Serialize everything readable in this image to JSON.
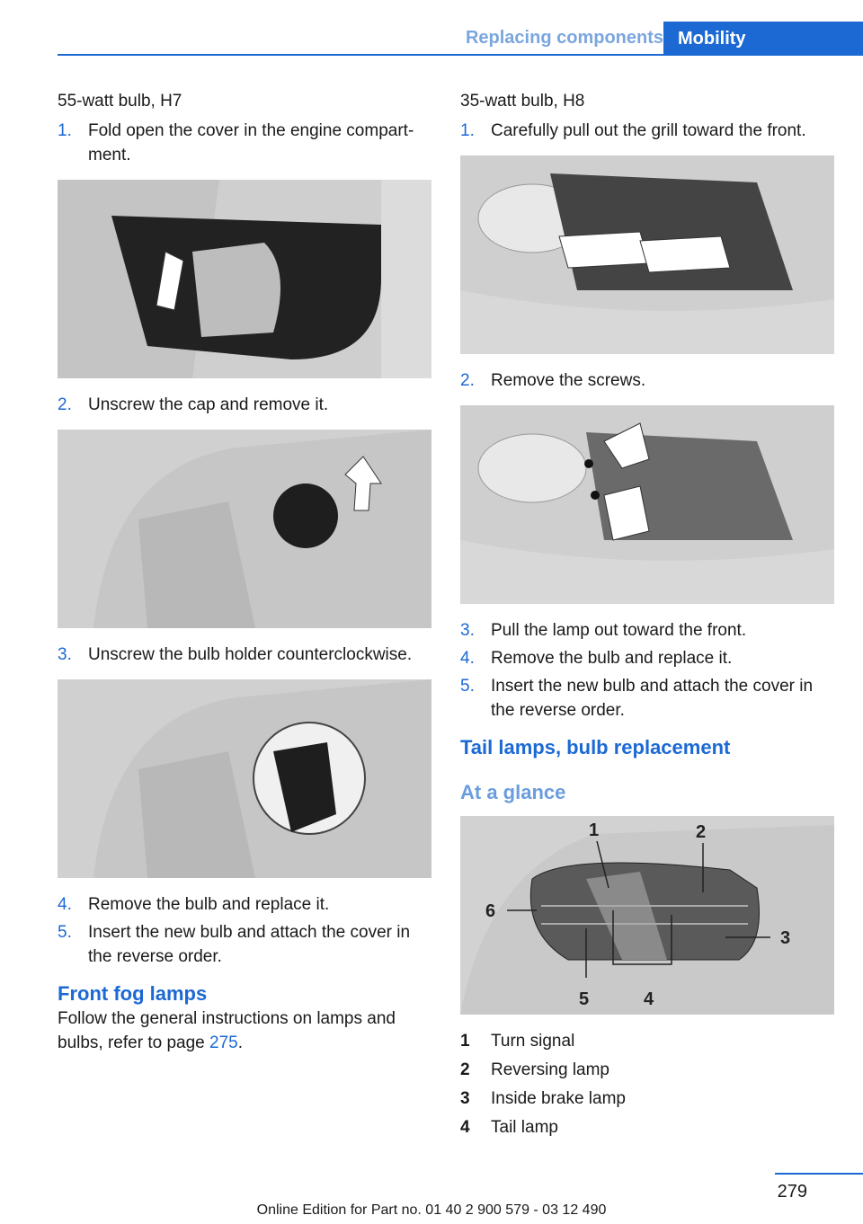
{
  "header": {
    "section": "Replacing components",
    "tab": "Mobility"
  },
  "left": {
    "subheading": "55-watt bulb, H7",
    "steps_a": [
      {
        "num": "1.",
        "text": "Fold open the cover in the engine compart‐ment."
      },
      {
        "num": "2.",
        "text": "Unscrew the cap and remove it."
      },
      {
        "num": "3.",
        "text": "Unscrew the bulb holder counterclockwise."
      }
    ],
    "steps_b": [
      {
        "num": "4.",
        "text": "Remove the bulb and replace it."
      },
      {
        "num": "5.",
        "text": "Insert the new bulb and attach the cover in the reverse order."
      }
    ],
    "fog_heading": "Front fog lamps",
    "fog_text": "Follow the general instructions on lamps and bulbs, refer to page ",
    "fog_page": "275",
    "fog_end": "."
  },
  "right": {
    "subheading": "35-watt bulb, H8",
    "steps_a": [
      {
        "num": "1.",
        "text": "Carefully pull out the grill toward the front."
      },
      {
        "num": "2.",
        "text": "Remove the screws."
      }
    ],
    "steps_b": [
      {
        "num": "3.",
        "text": "Pull the lamp out toward the front."
      },
      {
        "num": "4.",
        "text": "Remove the bulb and replace it."
      },
      {
        "num": "5.",
        "text": "Insert the new bulb and attach the cover in the reverse order."
      }
    ],
    "tail_heading": "Tail lamps, bulb replacement",
    "glance_heading": "At a glance",
    "callouts": [
      "1",
      "2",
      "3",
      "4",
      "5",
      "6"
    ],
    "legend": [
      {
        "num": "1",
        "text": "Turn signal"
      },
      {
        "num": "2",
        "text": "Reversing lamp"
      },
      {
        "num": "3",
        "text": "Inside brake lamp"
      },
      {
        "num": "4",
        "text": "Tail lamp"
      }
    ]
  },
  "footer": {
    "page": "279",
    "edition": "Online Edition for Part no. 01 40 2 900 579 - 03 12 490"
  }
}
